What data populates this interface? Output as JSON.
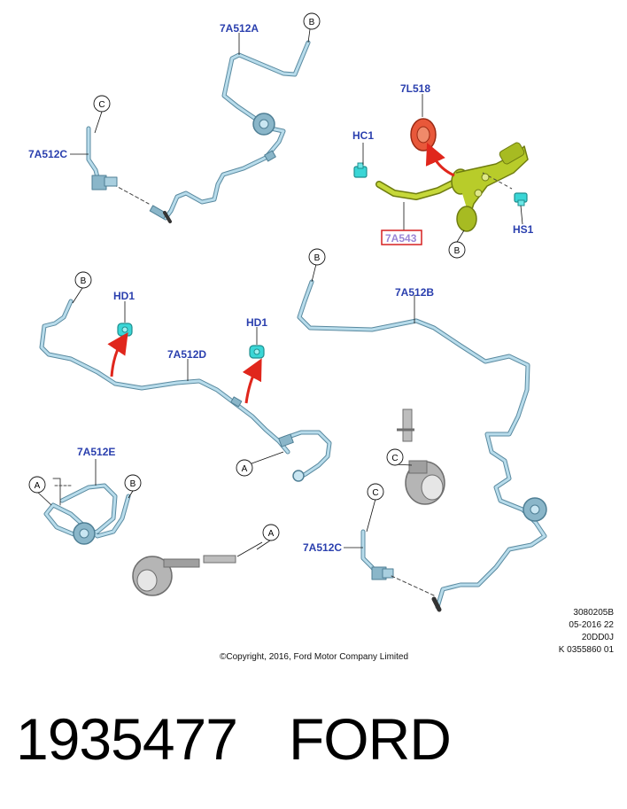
{
  "labels": {
    "l_7A512A": "7A512A",
    "l_7A512C_top": "7A512C",
    "l_7L518": "7L518",
    "l_HC1": "HC1",
    "l_7A543": "7A543",
    "l_HS1": "HS1",
    "l_HD1_left": "HD1",
    "l_HD1_right": "HD1",
    "l_7A512D": "7A512D",
    "l_7A512B": "7A512B",
    "l_7A512E": "7A512E",
    "l_7A512C_bottom": "7A512C"
  },
  "callouts": {
    "c_B1": "B",
    "c_C1": "C",
    "c_B2": "B",
    "c_B3": "B",
    "c_B4": "B",
    "c_A1": "A",
    "c_A2": "A",
    "c_B5": "B",
    "c_A3": "A",
    "c_C2": "C",
    "c_C3": "C"
  },
  "ref_codes": [
    "3080205B",
    "05-2016 22",
    "20DD0J",
    "K 0355860 01"
  ],
  "copyright": "©Copyright, 2016, Ford Motor Company Limited",
  "footer": {
    "part_number": "1935477",
    "brand": "FORD"
  },
  "colors": {
    "pipe": "#9cc8dc",
    "pipe_dark": "#5a8aa0",
    "label_blue": "#2a3fae",
    "assembly_green": "#b8cc2a",
    "assembly_dark": "#6f7d10",
    "clip_cyan": "#3ad6d6",
    "red_arrow": "#e0261c",
    "highlight_box": "#d62020",
    "reservoir_red": "#e8583a",
    "bearing_gray": "#a8a8a8"
  }
}
